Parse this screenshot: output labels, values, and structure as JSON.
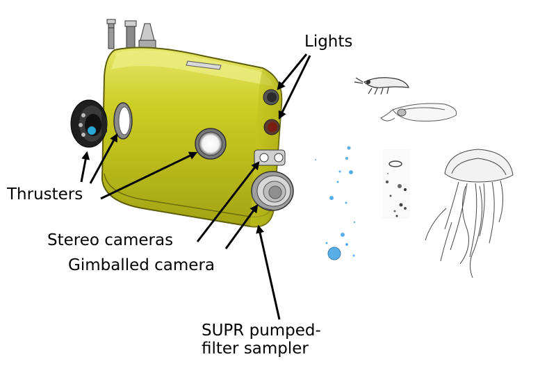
{
  "labels": {
    "lights": "Lights",
    "thrusters": "Thrusters",
    "stereo_cameras": "Stereo cameras",
    "gimballed_camera": "Gimballed camera",
    "supr_line1": "SUPR pumped-",
    "supr_line2": "filter sampler"
  },
  "colors": {
    "hull": "#cccc22",
    "hull_shadow": "#a3a314",
    "hull_highlight": "#e6e66a",
    "thruster": "#222222",
    "thruster_accent": "#2aa7d6",
    "light_dark": "#2a2a2a",
    "light_red": "#7a1e14",
    "metal": "#b8b8b8",
    "particle_blue": "#5aaee8"
  },
  "icons": [
    "vehicle-illustration",
    "krill-icon",
    "copepod-icon",
    "jellyfish-icon",
    "particle-field",
    "aggregate-image"
  ]
}
